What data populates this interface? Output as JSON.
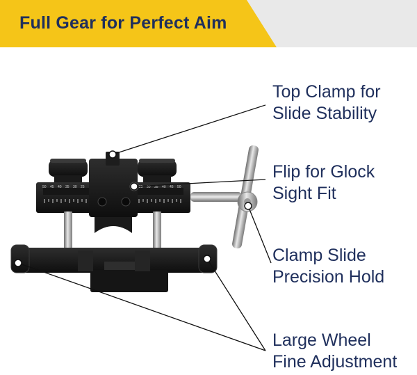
{
  "banner": {
    "title": "Full Gear for Perfect Aim",
    "accent_color": "#f5c518",
    "fade_color": "#e8e8e8",
    "title_color": "#1f2f5c"
  },
  "callouts": [
    {
      "line1": "Top Clamp for",
      "line2": "Slide Stability"
    },
    {
      "line1": "Flip for Glock",
      "line2": "Sight Fit"
    },
    {
      "line1": "Clamp Slide",
      "line2": "Precision Hold"
    },
    {
      "line1": "Large Wheel",
      "line2": "Fine Adjustment"
    }
  ],
  "scale": {
    "left_ticks": [
      "50",
      "45",
      "40",
      "35",
      "30",
      "25"
    ],
    "right_ticks": [
      "25",
      "30",
      "35",
      "40",
      "45",
      "50"
    ]
  },
  "product_icon": "sight-pusher-tool-icon"
}
